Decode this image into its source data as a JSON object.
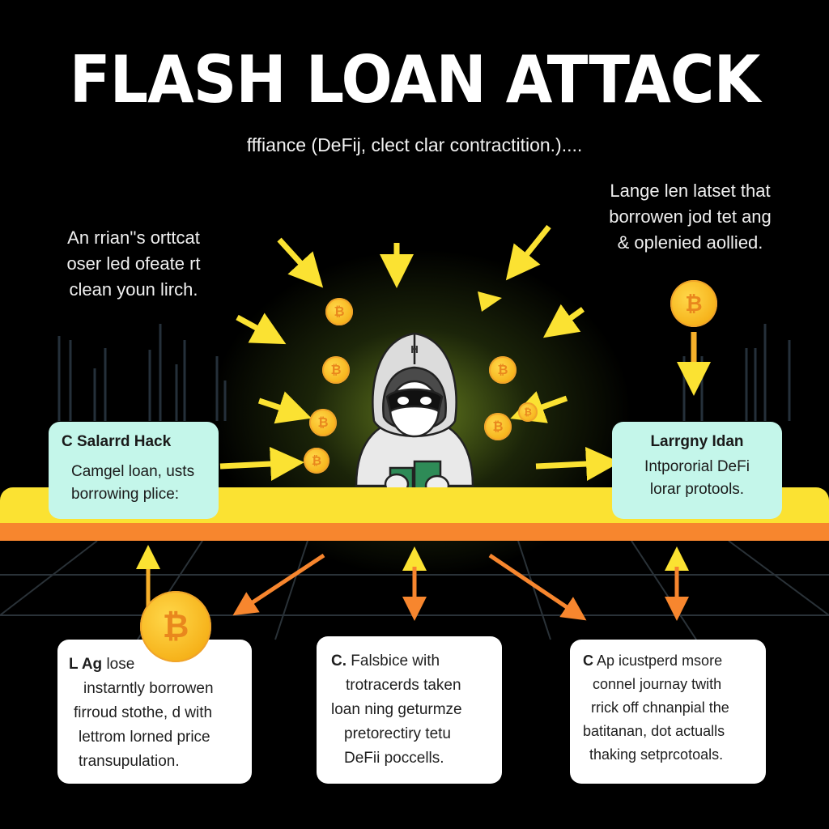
{
  "header": {
    "title": "FLASH LOAN ATTACK",
    "subtitle": "fffiance (DeFij, clect clar contractition.)...."
  },
  "notes": {
    "left": [
      "An rrian''s orttcat",
      "oser led ofeate rt",
      "clean youn lirch."
    ],
    "right": [
      "Lange len latset that",
      "borrowen jod tet ang",
      "& oplenied aollied."
    ]
  },
  "center": {
    "figure": "hooded-hacker",
    "hood_mark": "H",
    "coin_symbol": "₿"
  },
  "mid_boxes": {
    "left": {
      "title": "C Salarrd Hack",
      "lines": [
        "Camgel loan, usts",
        "borrowing plice:"
      ]
    },
    "right": {
      "title": "Larrgny Idan",
      "lines": [
        "Intpororial DeFi",
        "lorar protools."
      ]
    }
  },
  "cards": [
    {
      "lead": "L Ag",
      "lead_rest": " lose",
      "lines": [
        "instarntly borrowen",
        "firroud stothe, d with",
        "lettrom lorned price",
        "transupulation."
      ]
    },
    {
      "lead": "C.",
      "lead_rest": " Falsbice with",
      "lines": [
        "trotracerds taken",
        "loan ning geturmze",
        "pretorectiry tetu",
        "DeFii poccells."
      ]
    },
    {
      "lead": "C",
      "lead_rest": " Ap icustperd msore",
      "lines": [
        "connel journay twith",
        "rrick off chnanpial the",
        "batitanan, dot actualls",
        "thaking setprcotoals."
      ]
    }
  ],
  "colors": {
    "background": "#000000",
    "accent_yellow": "#fbe232",
    "accent_orange": "#f7862e",
    "box_mint": "#c4f6ea",
    "coin_gold": "#f6b21a"
  }
}
